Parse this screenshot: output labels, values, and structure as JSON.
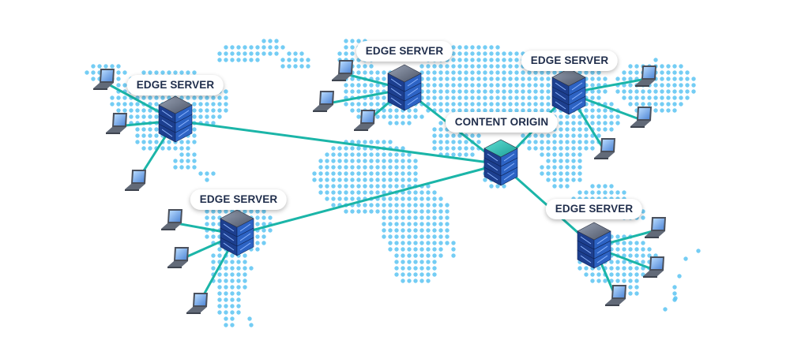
{
  "diagram": {
    "labels": {
      "edge_na": "EDGE SERVER",
      "edge_eu": "EDGE SERVER",
      "edge_asia": "EDGE SERVER",
      "edge_sa": "EDGE SERVER",
      "edge_oceania": "EDGE SERVER",
      "origin": "CONTENT ORIGIN"
    },
    "colors": {
      "connection_line": "#1bb5a8",
      "map_dots": "#5cc4f2",
      "server_body": "#2f66c8",
      "origin_top": "#2bb9b1",
      "label_text": "#1f2d4b",
      "laptop_body": "#5b6270",
      "laptop_screen": "#6fa8ea"
    },
    "icons": [
      "server-rack-icon",
      "laptop-icon",
      "world-map-dots"
    ]
  }
}
